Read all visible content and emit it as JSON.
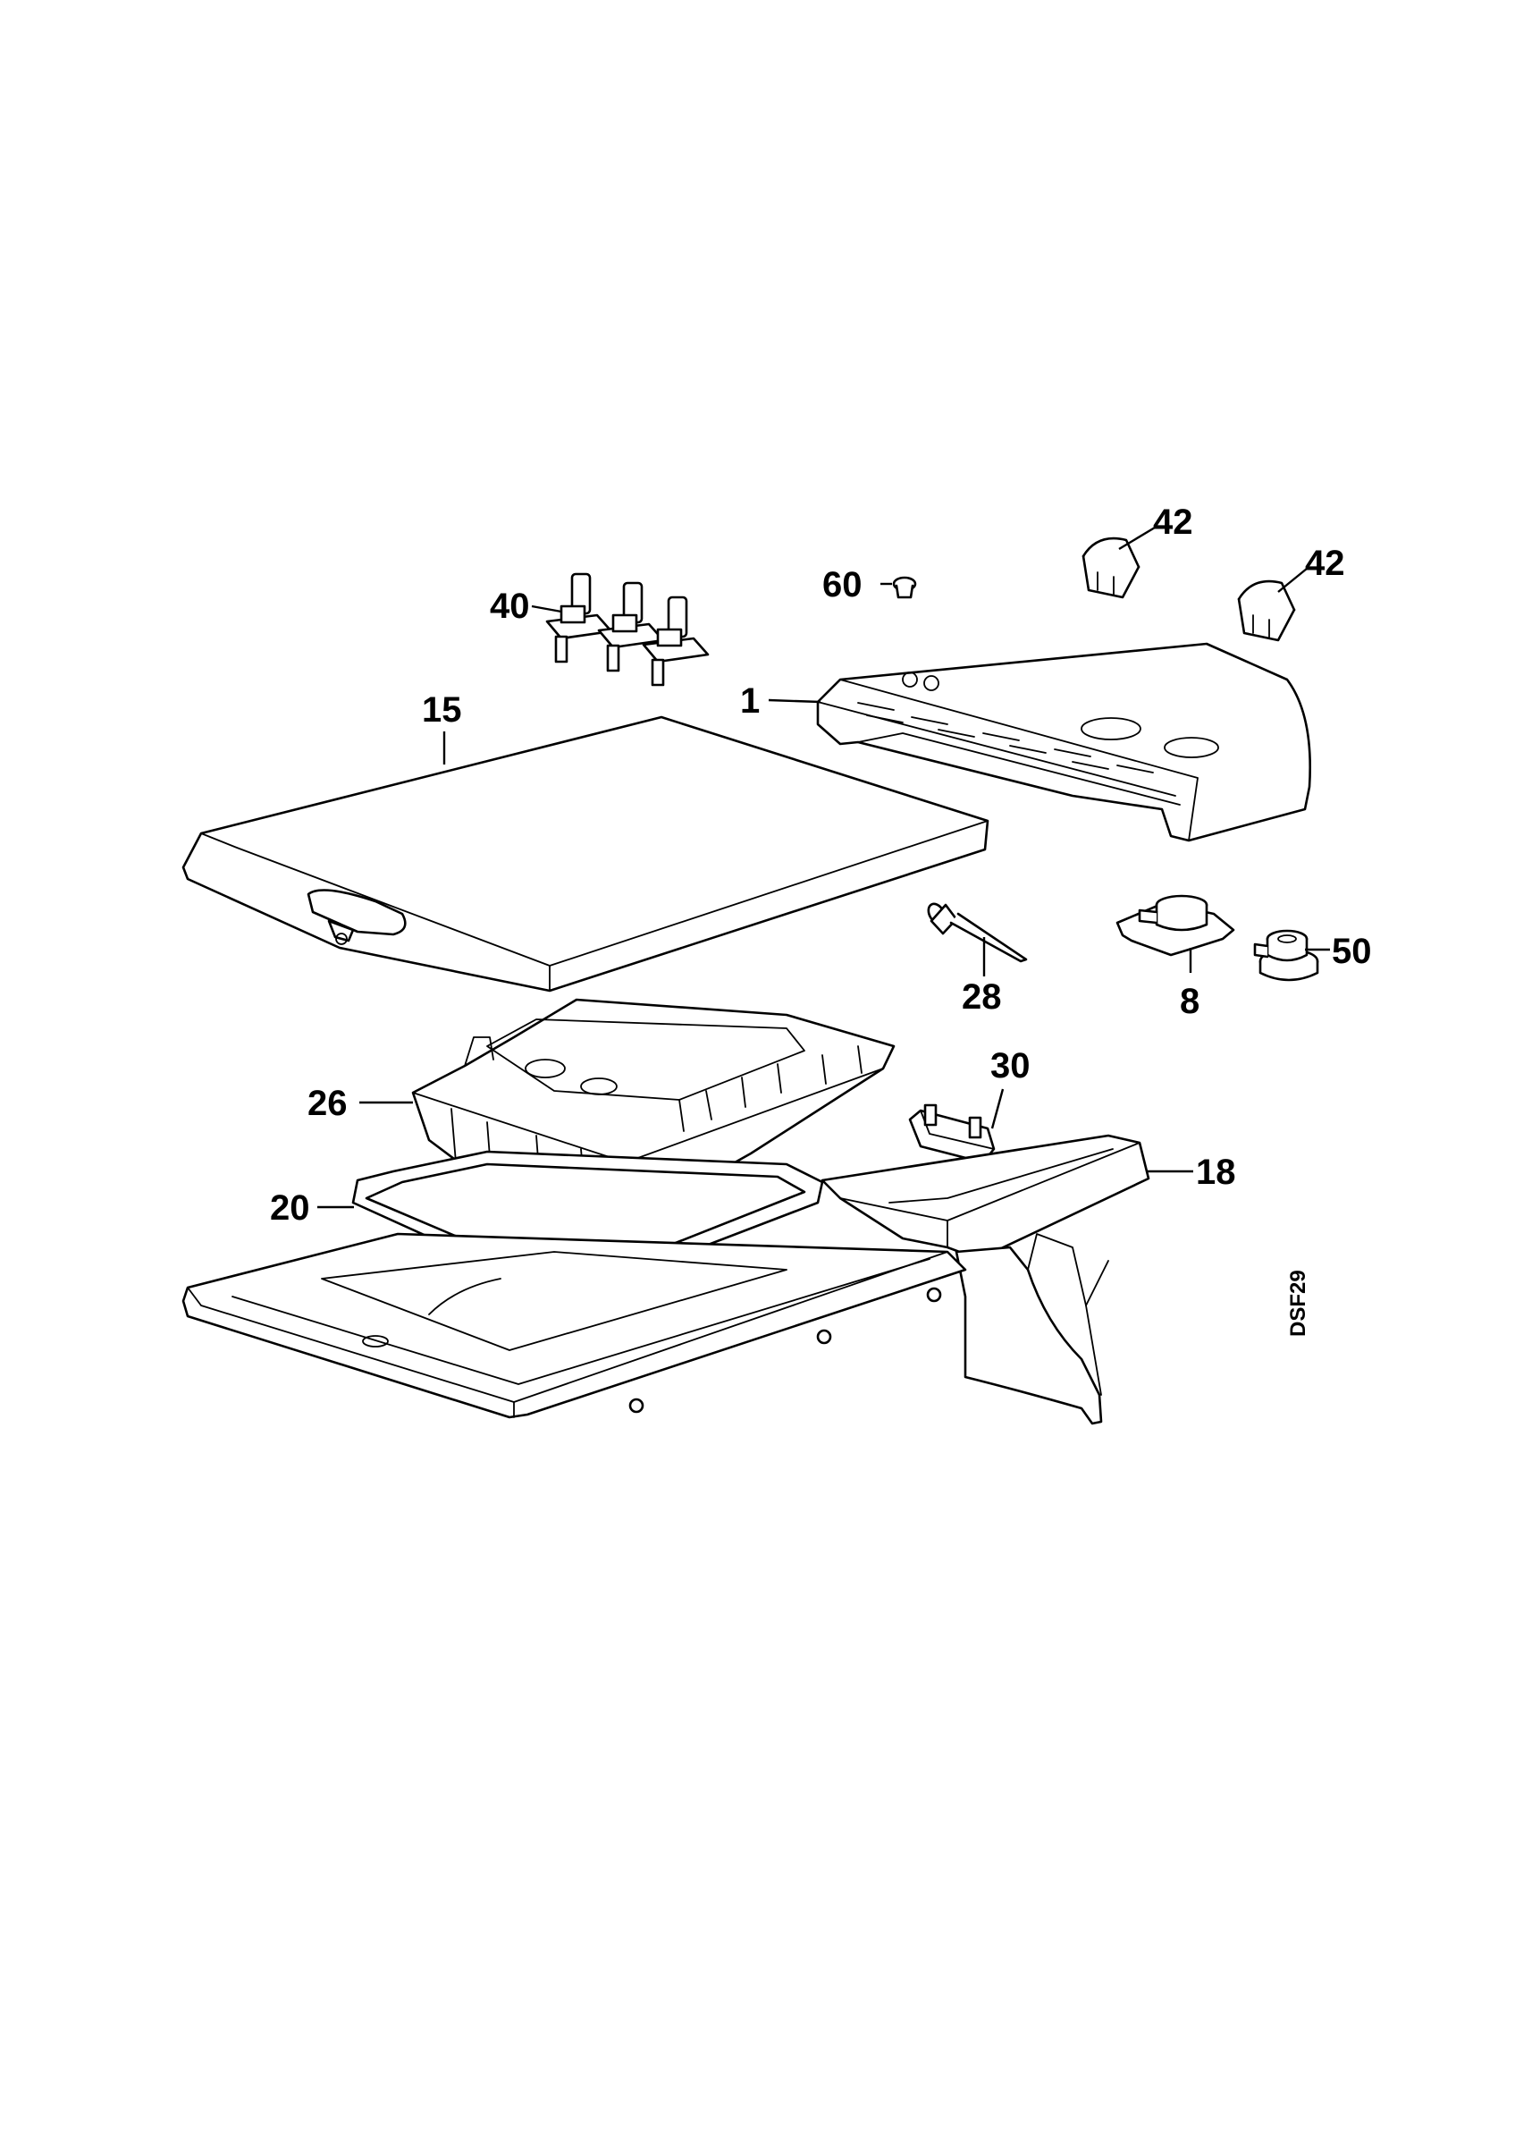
{
  "drawing_code": "DSF29",
  "callouts": [
    {
      "id": "c40",
      "label": "40"
    },
    {
      "id": "c60",
      "label": "60"
    },
    {
      "id": "c42a",
      "label": "42"
    },
    {
      "id": "c42b",
      "label": "42"
    },
    {
      "id": "c1",
      "label": "1"
    },
    {
      "id": "c15",
      "label": "15"
    },
    {
      "id": "c28",
      "label": "28"
    },
    {
      "id": "c8",
      "label": "8"
    },
    {
      "id": "c50",
      "label": "50"
    },
    {
      "id": "c26",
      "label": "26"
    },
    {
      "id": "c30",
      "label": "30"
    },
    {
      "id": "c18",
      "label": "18"
    },
    {
      "id": "c20",
      "label": "20"
    }
  ]
}
